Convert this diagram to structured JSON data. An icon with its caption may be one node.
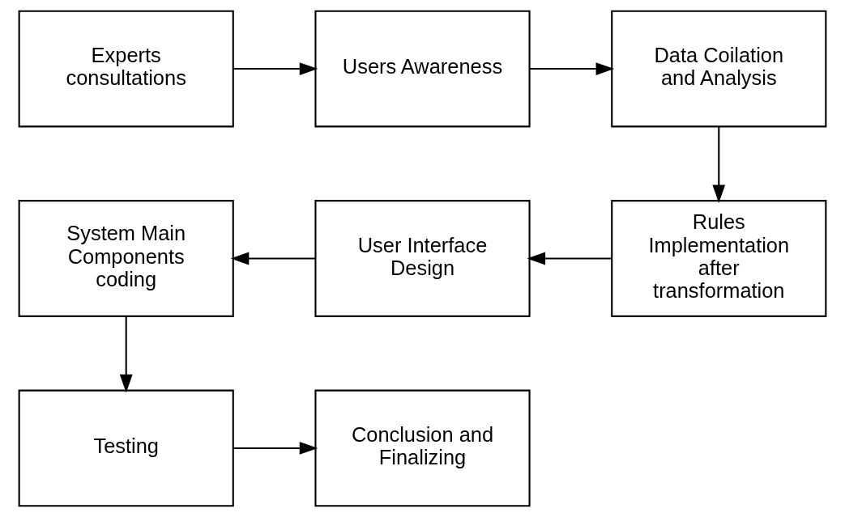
{
  "diagram": {
    "nodes": [
      {
        "text": [
          "Experts consultations"
        ]
      },
      {
        "text": [
          "Users Awareness"
        ]
      },
      {
        "text": [
          "Data Coilation and Analysis"
        ]
      },
      {
        "text": [
          "System Main Components coding"
        ]
      },
      {
        "text": [
          "User Interface Design"
        ]
      },
      {
        "text": [
          "Rules Implementation after transformation"
        ]
      },
      {
        "text": [
          "Testing"
        ]
      },
      {
        "text": [
          "Conclusion and Finalizing"
        ]
      }
    ],
    "edges": [
      {
        "from": 0,
        "to": 1,
        "arrow": "to"
      },
      {
        "from": 1,
        "to": 2,
        "arrow": "to"
      },
      {
        "from": 2,
        "to": 5,
        "arrow": "to"
      },
      {
        "from": 5,
        "to": 4,
        "arrow": "to"
      },
      {
        "from": 4,
        "to": 3,
        "arrow": "to"
      },
      {
        "from": 3,
        "to": 6,
        "arrow": "to"
      },
      {
        "from": 6,
        "to": 7,
        "arrow": "to"
      }
    ]
  }
}
